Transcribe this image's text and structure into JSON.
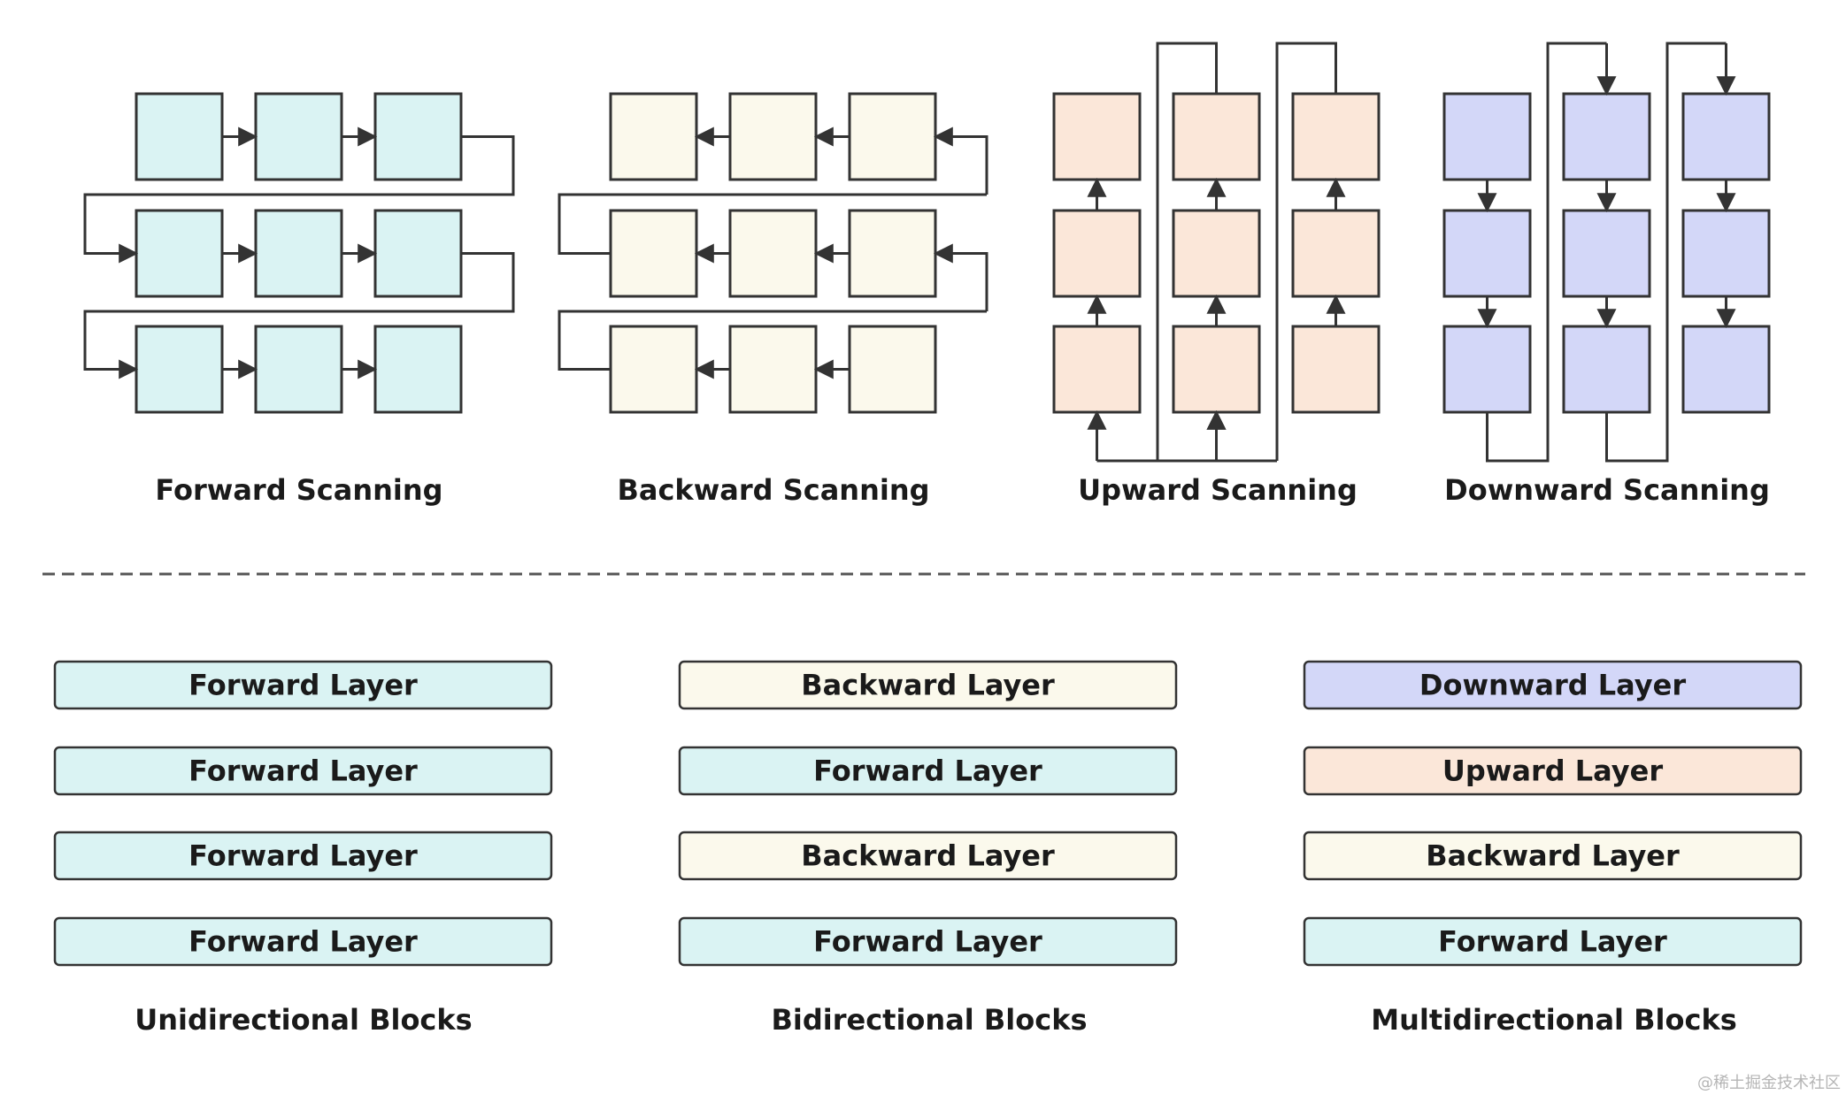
{
  "colors": {
    "forward": "#daf3f3",
    "backward": "#fbf9ec",
    "upward": "#fbe7d9",
    "downward": "#d3d7f8",
    "stroke": "#333333"
  },
  "scanning": [
    {
      "caption": "Forward Scanning",
      "color_key": "forward",
      "direction": "forward"
    },
    {
      "caption": "Backward Scanning",
      "color_key": "backward",
      "direction": "backward"
    },
    {
      "caption": "Upward Scanning",
      "color_key": "upward",
      "direction": "upward"
    },
    {
      "caption": "Downward Scanning",
      "color_key": "downward",
      "direction": "downward"
    }
  ],
  "blocks": [
    {
      "caption": "Unidirectional Blocks",
      "layers": [
        {
          "label": "Forward Layer",
          "color_key": "forward"
        },
        {
          "label": "Forward Layer",
          "color_key": "forward"
        },
        {
          "label": "Forward Layer",
          "color_key": "forward"
        },
        {
          "label": "Forward Layer",
          "color_key": "forward"
        }
      ]
    },
    {
      "caption": "Bidirectional Blocks",
      "layers": [
        {
          "label": "Backward Layer",
          "color_key": "backward"
        },
        {
          "label": "Forward Layer",
          "color_key": "forward"
        },
        {
          "label": "Backward Layer",
          "color_key": "backward"
        },
        {
          "label": "Forward Layer",
          "color_key": "forward"
        }
      ]
    },
    {
      "caption": "Multidirectional Blocks",
      "layers": [
        {
          "label": "Downward Layer",
          "color_key": "downward"
        },
        {
          "label": "Upward Layer",
          "color_key": "upward"
        },
        {
          "label": "Backward Layer",
          "color_key": "backward"
        },
        {
          "label": "Forward Layer",
          "color_key": "forward"
        }
      ]
    }
  ],
  "watermark": "@稀土掘金技术社区"
}
